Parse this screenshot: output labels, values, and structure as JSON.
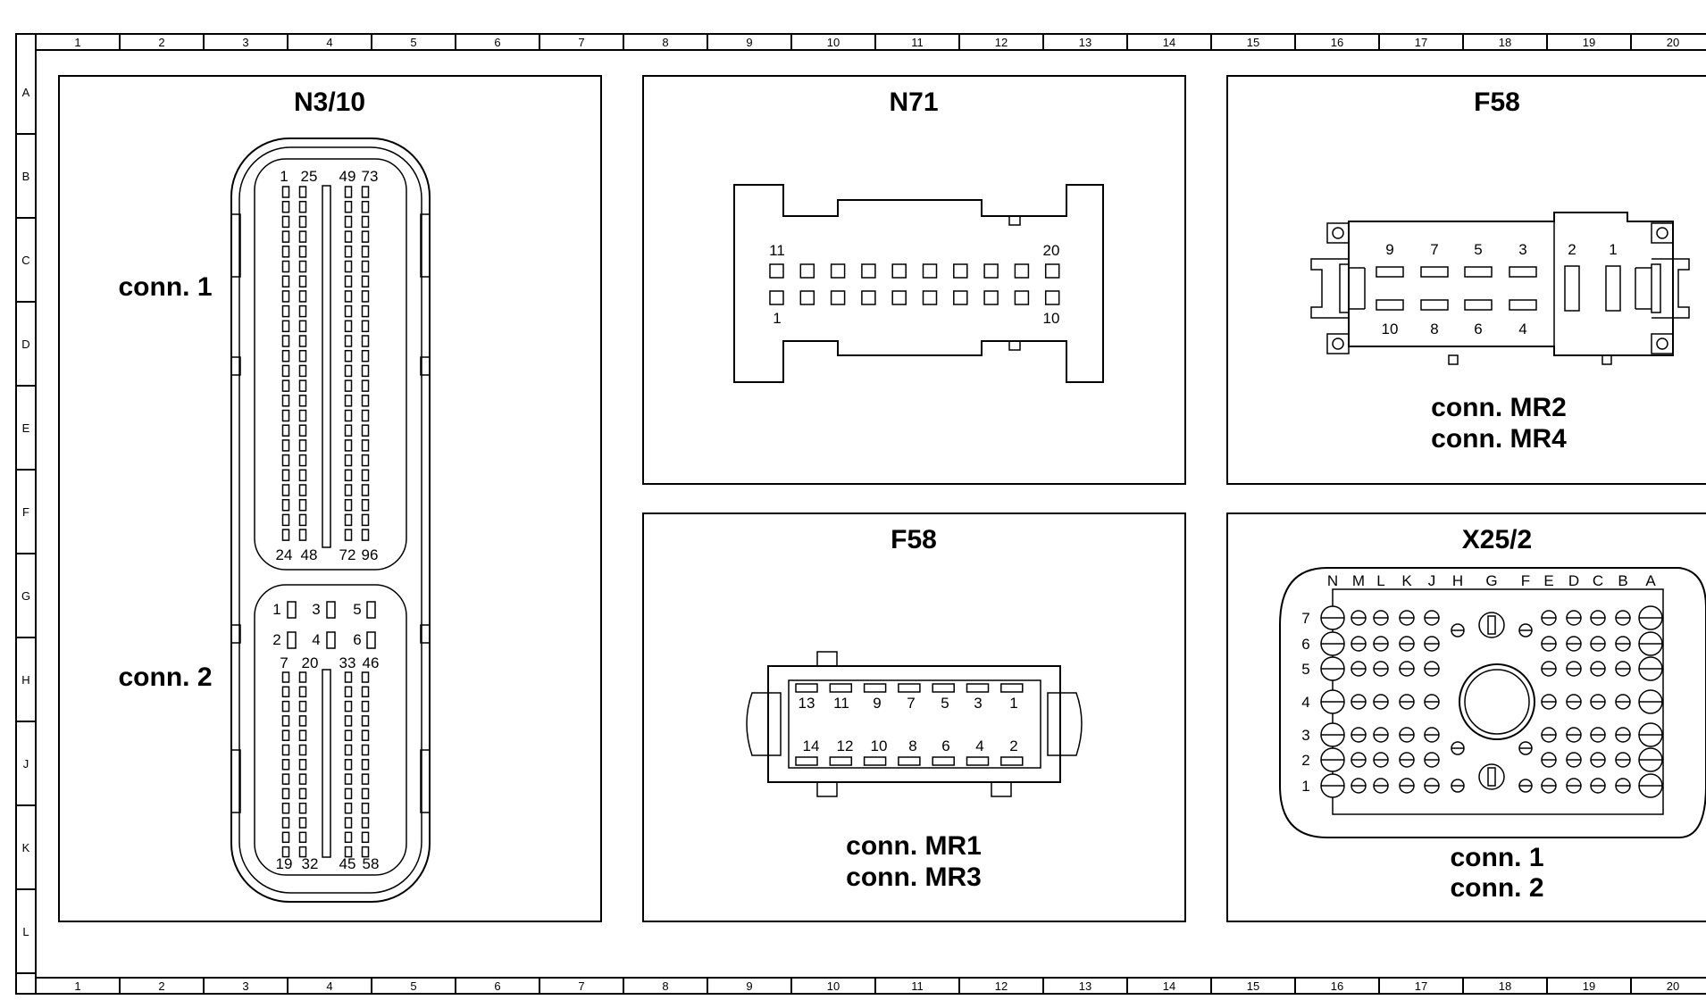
{
  "grid": {
    "columns": [
      "1",
      "2",
      "3",
      "4",
      "5",
      "6",
      "7",
      "8",
      "9",
      "10",
      "11",
      "12",
      "13",
      "14",
      "15",
      "16",
      "17",
      "18",
      "19",
      "20"
    ],
    "rows": [
      "A",
      "B",
      "C",
      "D",
      "E",
      "F",
      "G",
      "H",
      "J",
      "K",
      "L"
    ]
  },
  "panels": {
    "n3_10": {
      "title": "N3/10",
      "conn1_label": "conn. 1",
      "conn2_label": "conn. 2",
      "conn1_top_pins": [
        "1",
        "25",
        "49",
        "73"
      ],
      "conn1_bottom_pins": [
        "24",
        "48",
        "72",
        "96"
      ],
      "conn2_small_pins": [
        "1",
        "3",
        "5",
        "2",
        "4",
        "6"
      ],
      "conn2_top_pins": [
        "7",
        "20",
        "33",
        "46"
      ],
      "conn2_bottom_pins": [
        "19",
        "32",
        "45",
        "58"
      ]
    },
    "n71": {
      "title": "N71",
      "pins": [
        "11",
        "20",
        "1",
        "10"
      ]
    },
    "f58_top": {
      "title": "F58",
      "top_pins": [
        "9",
        "7",
        "5",
        "3",
        "2",
        "1"
      ],
      "bottom_pins": [
        "10",
        "8",
        "6",
        "4"
      ],
      "conn_line1": "conn. MR2",
      "conn_line2": "conn. MR4"
    },
    "f58_bottom": {
      "title": "F58",
      "top_pins": [
        "13",
        "11",
        "9",
        "7",
        "5",
        "3",
        "1"
      ],
      "bottom_pins": [
        "14",
        "12",
        "10",
        "8",
        "6",
        "4",
        "2"
      ],
      "conn_line1": "conn. MR1",
      "conn_line2": "conn. MR3"
    },
    "x25_2": {
      "title": "X25/2",
      "col_letters": [
        "N",
        "M",
        "L",
        "K",
        "J",
        "H",
        "G",
        "F",
        "E",
        "D",
        "C",
        "B",
        "A"
      ],
      "row_numbers": [
        "7",
        "6",
        "5",
        "4",
        "3",
        "2",
        "1"
      ],
      "conn_line1": "conn. 1",
      "conn_line2": "conn. 2"
    }
  }
}
